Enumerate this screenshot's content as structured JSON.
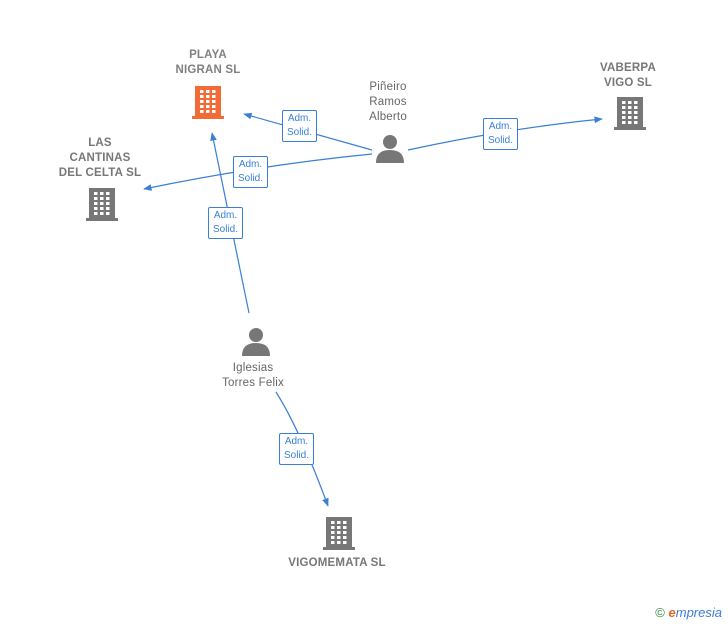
{
  "colors": {
    "edge": "#3a7fd5",
    "company": "#777777",
    "company_highlight": "#f26a35",
    "person": "#777777"
  },
  "nodes": [
    {
      "id": "playa",
      "type": "company",
      "highlight": true,
      "icon": "building-icon",
      "label": "PLAYA\nNIGRAN SL"
    },
    {
      "id": "cantinas",
      "type": "company",
      "highlight": false,
      "icon": "building-icon",
      "label": "LAS\nCANTINAS\nDEL CELTA SL"
    },
    {
      "id": "vaberpa",
      "type": "company",
      "highlight": false,
      "icon": "building-icon",
      "label": "VABERPA\nVIGO SL"
    },
    {
      "id": "vigomemata",
      "type": "company",
      "highlight": false,
      "icon": "building-icon",
      "label": "VIGOMEMATA SL"
    },
    {
      "id": "pineiro",
      "type": "person",
      "icon": "person-icon",
      "label": "Piñeiro\nRamos\nAlberto"
    },
    {
      "id": "iglesias",
      "type": "person",
      "icon": "person-icon",
      "label": "Iglesias\nTorres Felix"
    }
  ],
  "edges": [
    {
      "from": "pineiro",
      "to": "playa",
      "label": "Adm.\nSolid."
    },
    {
      "from": "pineiro",
      "to": "cantinas",
      "label": "Adm.\nSolid."
    },
    {
      "from": "pineiro",
      "to": "vaberpa",
      "label": "Adm.\nSolid."
    },
    {
      "from": "iglesias",
      "to": "playa",
      "label": "Adm.\nSolid."
    },
    {
      "from": "iglesias",
      "to": "vigomemata",
      "label": "Adm.\nSolid."
    }
  ],
  "footer": {
    "copyright": "©",
    "brand_first": "e",
    "brand_rest": "mpresia"
  }
}
